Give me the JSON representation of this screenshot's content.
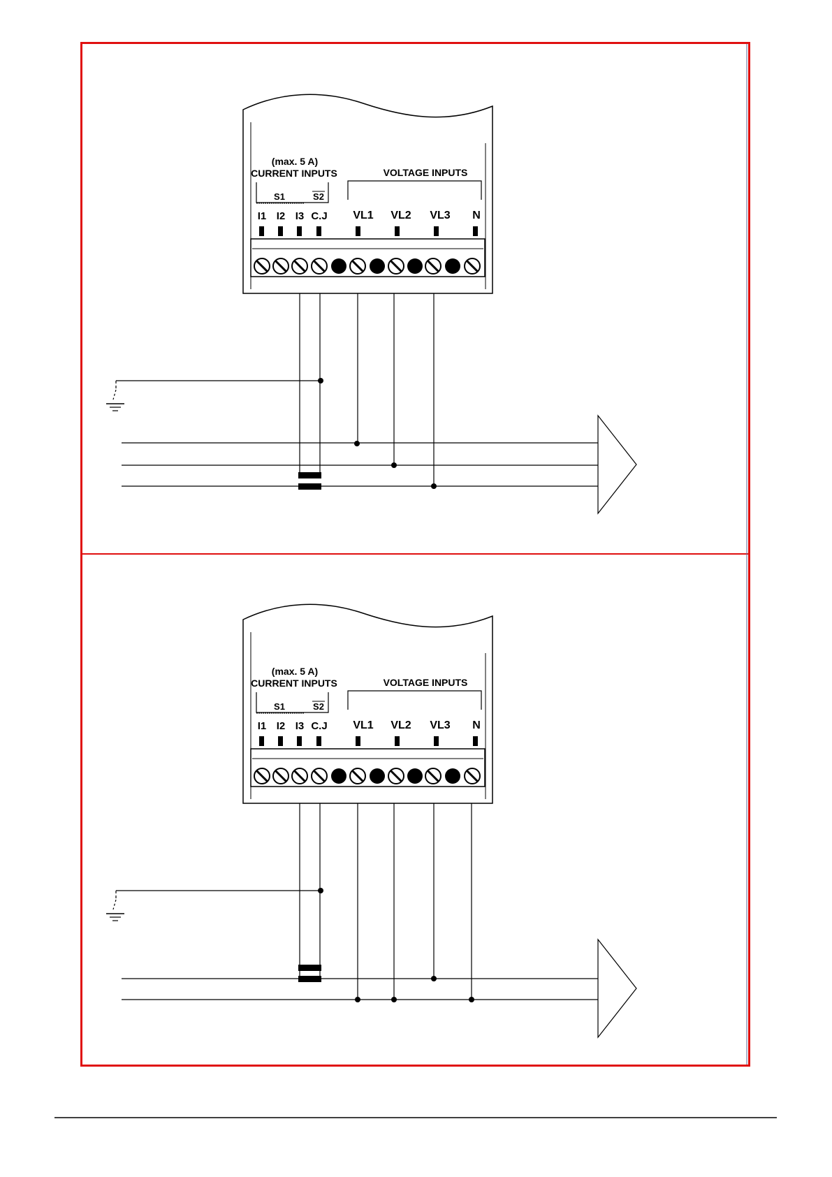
{
  "colors": {
    "frame": "#e01010",
    "ink": "#000000",
    "background": "#ffffff"
  },
  "diagrams": [
    {
      "max_current": "(max. 5 A)",
      "current_inputs": "CURRENT INPUTS",
      "voltage_inputs": "VOLTAGE INPUTS",
      "s1": "S1",
      "s2": "S2",
      "terminals": {
        "i1": "I1",
        "i2": "I2",
        "i3": "I3",
        "cj": "C.J",
        "vl1": "VL1",
        "vl2": "VL2",
        "vl3": "VL3",
        "n": "N"
      }
    },
    {
      "max_current": "(max. 5 A)",
      "current_inputs": "CURRENT INPUTS",
      "voltage_inputs": "VOLTAGE INPUTS",
      "s1": "S1",
      "s2": "S2",
      "terminals": {
        "i1": "I1",
        "i2": "I2",
        "i3": "I3",
        "cj": "C.J",
        "vl1": "VL1",
        "vl2": "VL2",
        "vl3": "VL3",
        "n": "N"
      }
    }
  ],
  "icons": {
    "terminal_screw": "screw-terminal-icon",
    "terminal_blank": "blank-terminal-icon",
    "ground": "ground-icon",
    "load_arrow": "load-arrow-icon",
    "current_transformer": "current-transformer-icon"
  }
}
